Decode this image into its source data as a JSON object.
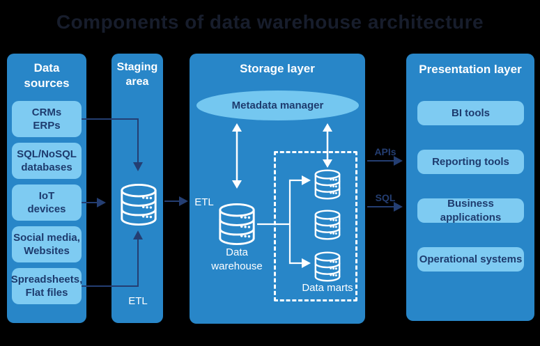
{
  "title": "Components of data warehouse architecture",
  "colors": {
    "background": "#000000",
    "panel_blue": "#2886c8",
    "card_light_blue": "#7ecbf2",
    "ellipse_blue": "#74c7f0",
    "navy_text": "#1d3b6e",
    "arrow_navy": "#243e72",
    "white": "#ffffff",
    "title_color": "#171d2c"
  },
  "panels": {
    "data_sources": {
      "title": "Data\nsources",
      "cards": [
        "CRMs\nERPs",
        "SQL/NoSQL\ndatabases",
        "IoT\ndevices",
        "Social media,\nWebsites",
        "Spreadsheets,\nFlat files"
      ]
    },
    "staging": {
      "title": "Staging\narea",
      "etl_label": "ETL"
    },
    "storage": {
      "title": "Storage layer",
      "metadata_manager": "Metadata manager",
      "etl_label": "ETL",
      "data_warehouse_label": "Data\nwarehouse",
      "data_marts_label": "Data marts"
    },
    "presentation": {
      "title": "Presentation layer",
      "cards": [
        "BI tools",
        "Reporting tools",
        "Business applications",
        "Operational systems"
      ]
    }
  },
  "connections": {
    "apis_label": "APIs",
    "sql_label": "SQL"
  }
}
